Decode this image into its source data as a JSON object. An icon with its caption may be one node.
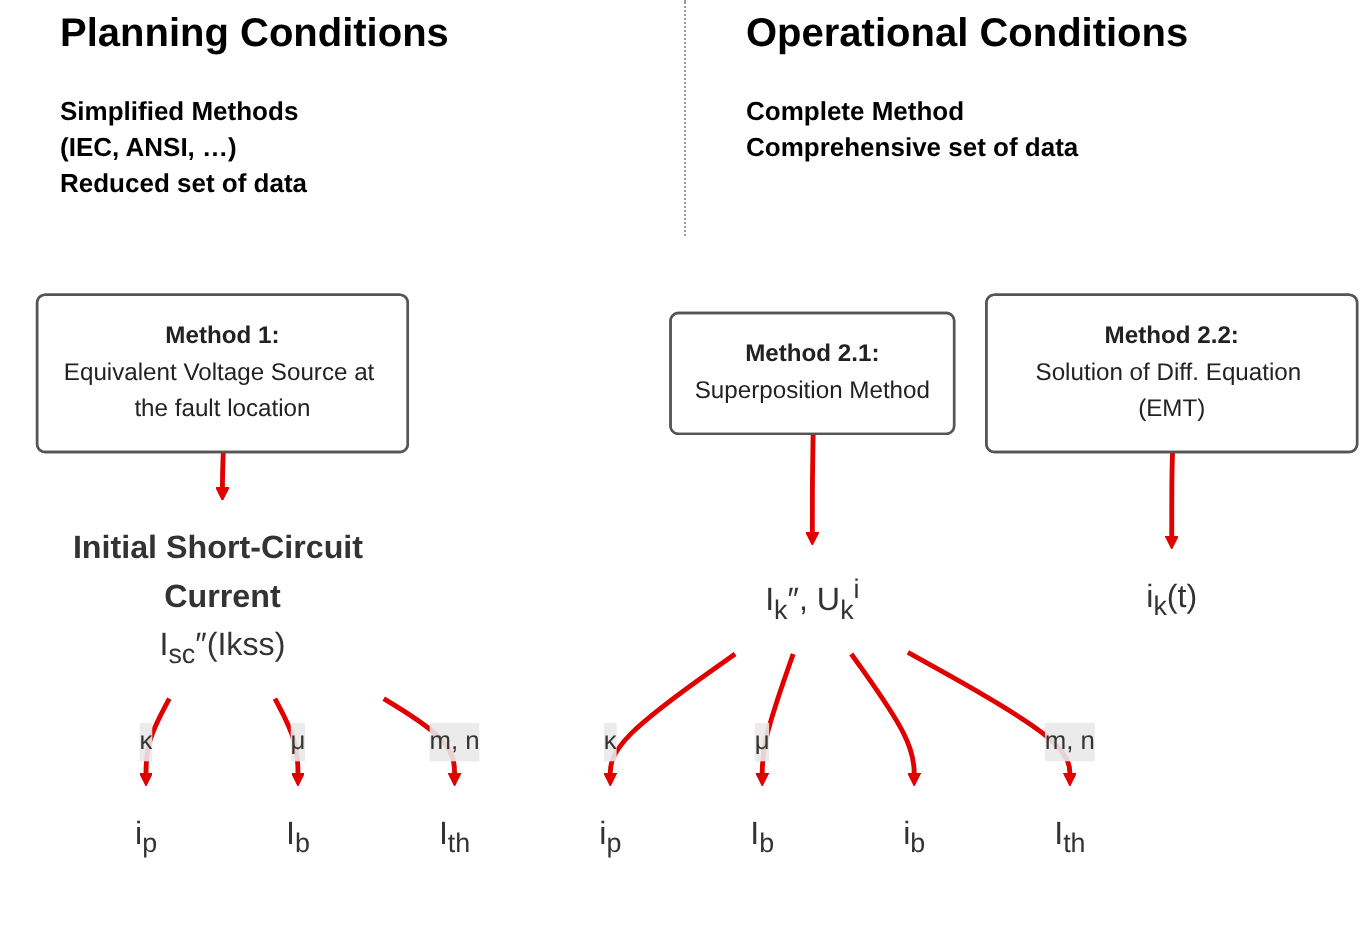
{
  "diagram": {
    "nodes": [
      {
        "text": [
          "Method 1:",
          "Equivalent Voltage Source at the fault location"
        ]
      },
      {
        "text": [
          "Initial Short-Circuit Current",
          "I$_{sc}$″(Ikss)"
        ]
      },
      {
        "text": [
          "i$_{p}$"
        ]
      },
      {
        "text": [
          "I$_{b}$"
        ]
      },
      {
        "text": [
          "I$_{th}$"
        ]
      },
      {
        "text": [
          "Method 2.1:",
          "Superposition Method"
        ]
      },
      {
        "text": [
          "Method 2.2:",
          "Solution of Diff. Equation (EMT)"
        ]
      },
      {
        "text": [
          "I$_{k}$″, U$_{k}$$^{i}$"
        ]
      },
      {
        "text": [
          "i$_{k}$(t)"
        ]
      },
      {
        "text": [
          "i$_{p}$"
        ]
      },
      {
        "text": [
          "I$_{b}$"
        ]
      },
      {
        "text": [
          "i$_{b}$"
        ]
      },
      {
        "text": [
          "I$_{th}$"
        ]
      }
    ],
    "edges": [
      {
        "from": 0,
        "to": 1,
        "arrow": "to"
      },
      {
        "from": 1,
        "to": 2,
        "arrow": "to",
        "label": "κ"
      },
      {
        "from": 1,
        "to": 3,
        "arrow": "to",
        "label": "μ"
      },
      {
        "from": 1,
        "to": 4,
        "arrow": "to",
        "label": "m, n"
      },
      {
        "from": 5,
        "to": 7,
        "arrow": "to"
      },
      {
        "from": 6,
        "to": 8,
        "arrow": "to"
      },
      {
        "from": 7,
        "to": 9,
        "arrow": "to",
        "label": "κ"
      },
      {
        "from": 7,
        "to": 10,
        "arrow": "to",
        "label": "μ"
      },
      {
        "from": 7,
        "to": 11,
        "arrow": "to"
      },
      {
        "from": 7,
        "to": 12,
        "arrow": "to",
        "label": "m, n"
      }
    ],
    "labels": [
      "Planning Conditions",
      "Operational Conditions",
      "Simplified Methods",
      "(IEC, ANSI, …)",
      "Reduced set of data",
      "Complete Method",
      "Comprehensive set of data"
    ]
  }
}
